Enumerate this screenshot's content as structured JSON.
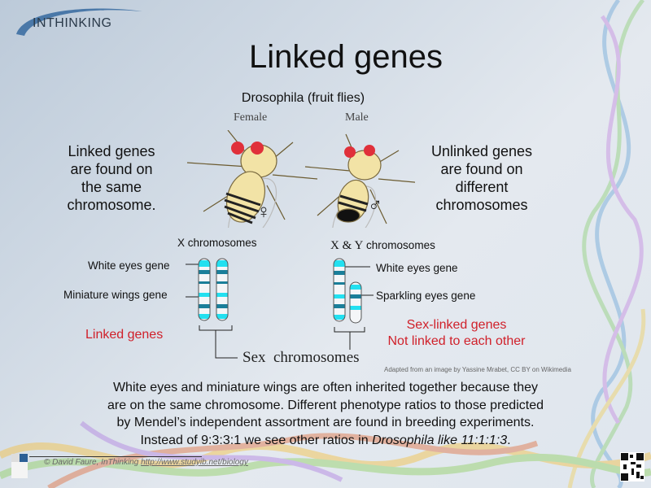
{
  "logo": {
    "text": "INTHINKING"
  },
  "title": "Linked genes",
  "subtitle": "Drosophila (fruit flies)",
  "flies": {
    "female_label": "Female",
    "male_label": "Male",
    "female_symbol": "♀",
    "male_symbol": "♂"
  },
  "left_text": [
    "Linked genes",
    "are found on",
    "the same",
    "chromosome."
  ],
  "right_text": [
    "Unlinked genes",
    "are found on",
    "different",
    "chromosomes"
  ],
  "diagram": {
    "x_chromosomes": "X chromosomes",
    "xy_prefix": "X & Y",
    "xy_suffix": "chromosomes",
    "white_eyes_left": "White eyes gene",
    "miniature_wings": "Miniature wings gene",
    "white_eyes_right": "White eyes gene",
    "sparkling_eyes": "Sparkling eyes gene",
    "linked_genes": "Linked genes",
    "sex_linked": "Sex-linked genes",
    "not_linked": "Not linked to each other",
    "sex_chromosomes": "Sex  chromosomes"
  },
  "attribution": "Adapted from an image by Yassine Mrabet, CC BY on Wikimedia",
  "paragraph": {
    "lines": [
      "White eyes and miniature wings are often inherited together because they",
      "are on the same chromosome. Different phenotype ratios to those predicted",
      "by Mendel’s independent assortment are found in breeding experiments."
    ],
    "last_prefix": "Instead of 9:3:3:1 we see other ratios in ",
    "last_italic": "Drosophila like 11:1:1:3",
    "last_suffix": "."
  },
  "footer": {
    "credit": "© David Faure, InThinking",
    "link": "http://www.studyib.net/biology"
  },
  "colors": {
    "band_light": "#22e0f0",
    "band_dark": "#1a7f9a",
    "red": "#d0202a"
  }
}
